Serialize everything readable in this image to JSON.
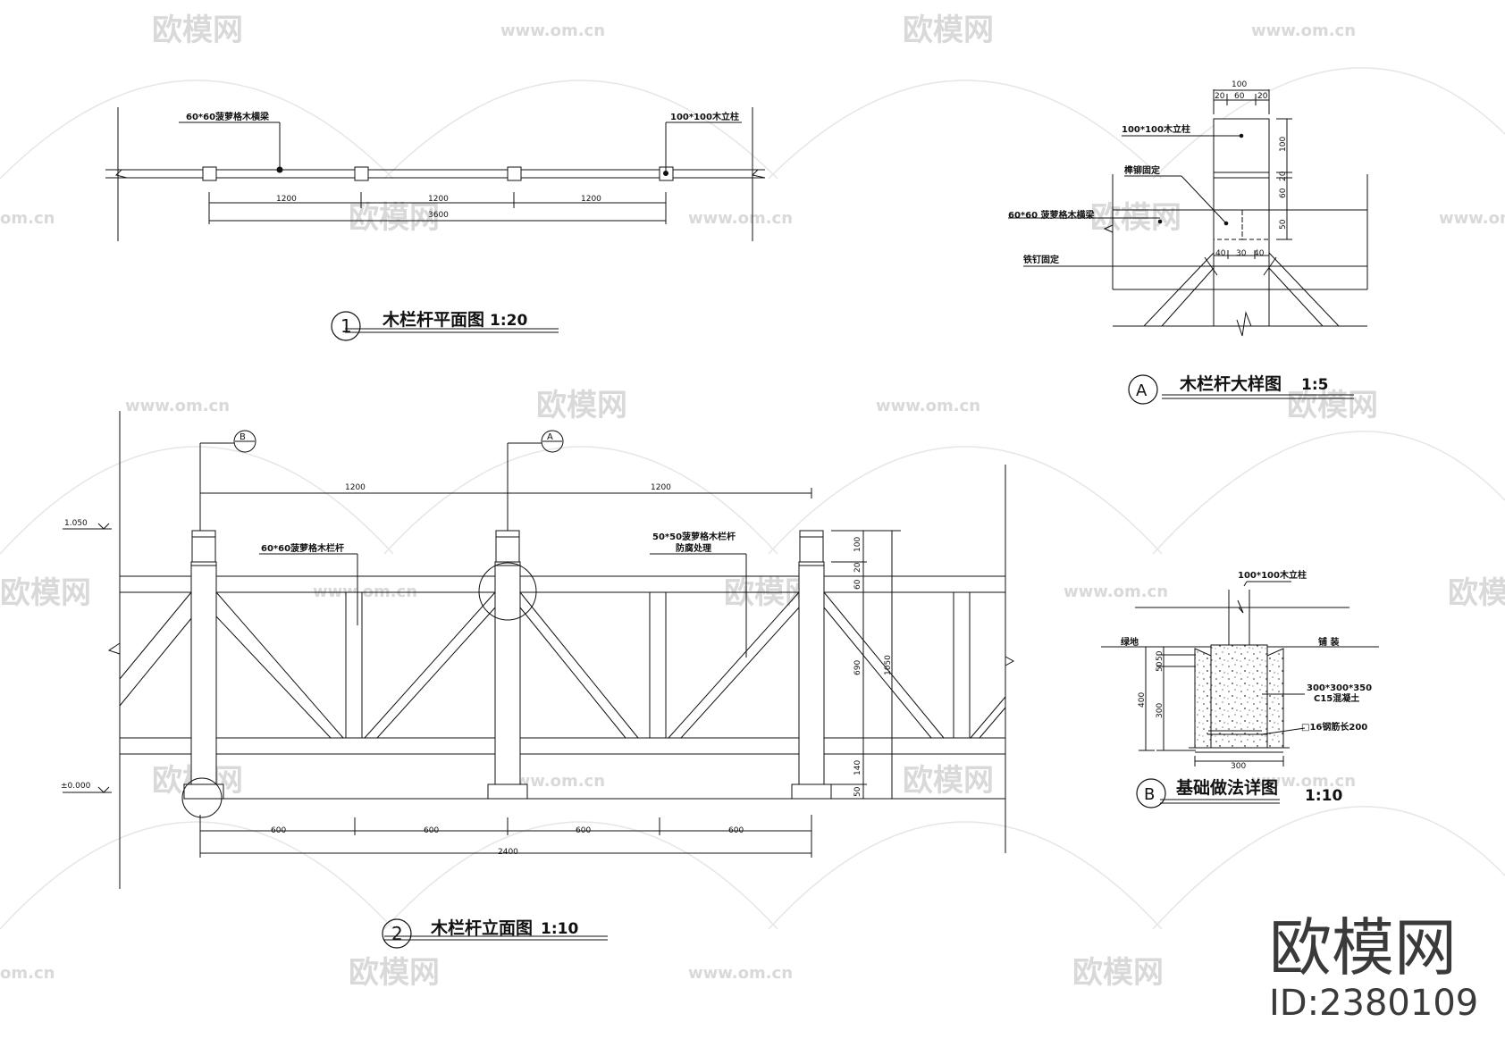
{
  "brand": {
    "name": "欧模网",
    "id": "ID:2380109"
  },
  "watermarks": {
    "brand": "欧模网",
    "url": "www.om.cn",
    "url_short": "om.cn"
  },
  "plan": {
    "circle": "1",
    "title": "木栏杆平面图",
    "scale": "1:20",
    "label_beam": "60*60菠萝格木横梁",
    "label_post": "100*100木立柱",
    "dims": [
      "1200",
      "1200",
      "1200"
    ],
    "total": "3600"
  },
  "elevation": {
    "circle": "2",
    "title": "木栏杆立面图",
    "scale": "1:10",
    "ref_b": "B",
    "ref_a": "A",
    "top_dims": [
      "1200",
      "1200"
    ],
    "level_top": "1.050",
    "level_zero": "±0.000",
    "label_rail": "60*60菠萝格木栏杆",
    "label_baluster_1": "50*50菠萝格木栏杆",
    "label_baluster_2": "防腐处理",
    "v_dims": {
      "d100": "100",
      "d20": "20",
      "d60": "60",
      "d690": "690",
      "d140": "140",
      "d50": "50",
      "d1050": "1050"
    },
    "bottom_dims": [
      "600",
      "600",
      "600",
      "600"
    ],
    "bottom_total": "2400"
  },
  "detail_a": {
    "circle": "A",
    "title": "木栏杆大样图",
    "scale": "1:5",
    "label_post": "100*100木立柱",
    "label_tenon": "榫铆固定",
    "label_beam": "60*60 菠萝格木横梁",
    "label_nail": "铁钉固定",
    "dims_top": {
      "total": "100",
      "a": "20",
      "b": "60",
      "c": "20"
    },
    "dims_right": {
      "a": "100",
      "b": "20",
      "c": "60",
      "d": "50"
    },
    "dims_mid": [
      "40",
      "30",
      "40"
    ]
  },
  "detail_b": {
    "circle": "B",
    "title": "基础做法详图",
    "scale": "1:10",
    "label_post": "100*100木立柱",
    "label_green": "绿地",
    "label_paving": "铺 装",
    "label_conc_1": "300*300*350",
    "label_conc_2": "C15混凝土",
    "label_rebar": "□16钢筋长200",
    "dims_left": {
      "outer": "400",
      "a": "50",
      "b": "50",
      "c": "300"
    },
    "dim_bottom": "300"
  }
}
